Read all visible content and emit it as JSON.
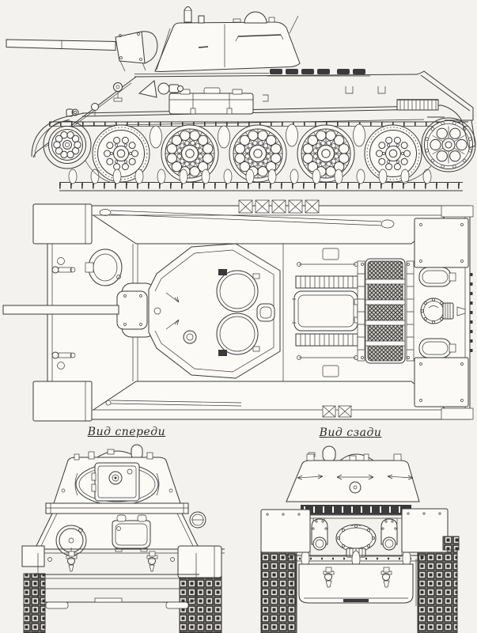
{
  "colors": {
    "background": "#f3f2ee",
    "paper": "#fbfaf7",
    "ink": "#3a3a3a"
  },
  "views": [
    {
      "id": "side-profile"
    },
    {
      "id": "top-plan"
    },
    {
      "id": "front",
      "caption": "Вид спереди"
    },
    {
      "id": "rear",
      "caption": "Вид сзади"
    }
  ]
}
